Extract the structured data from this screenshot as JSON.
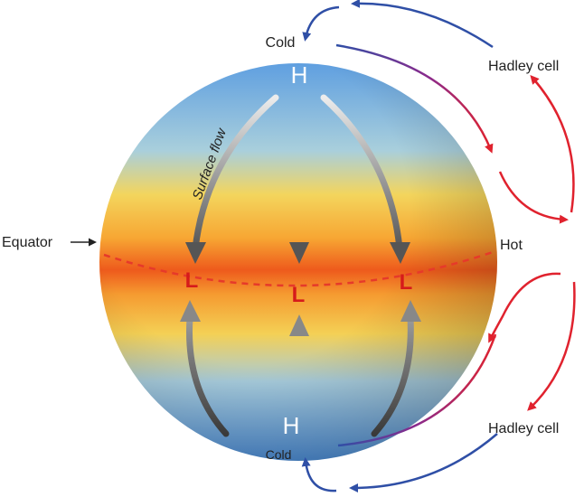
{
  "labels": {
    "cold_top": "Cold",
    "cold_bottom": "Cold",
    "hot": "Hot",
    "equator": "Equator",
    "hadley_top": "Hadley cell",
    "hadley_bottom": "Hadley cell",
    "surface_flow": "Surface flow",
    "high_top": "H",
    "high_bottom": "H",
    "low_left": "L",
    "low_center": "L",
    "low_right": "L"
  },
  "colors": {
    "pole": "#4f90d6",
    "equator_band": "#f06a1e",
    "warm_band": "#f6c74a",
    "cool_arrow": "#2f4fa6",
    "warm_arrow": "#e0222e",
    "surface_arrow": "#6f6f6f",
    "equator_line": "#e63a2a"
  }
}
